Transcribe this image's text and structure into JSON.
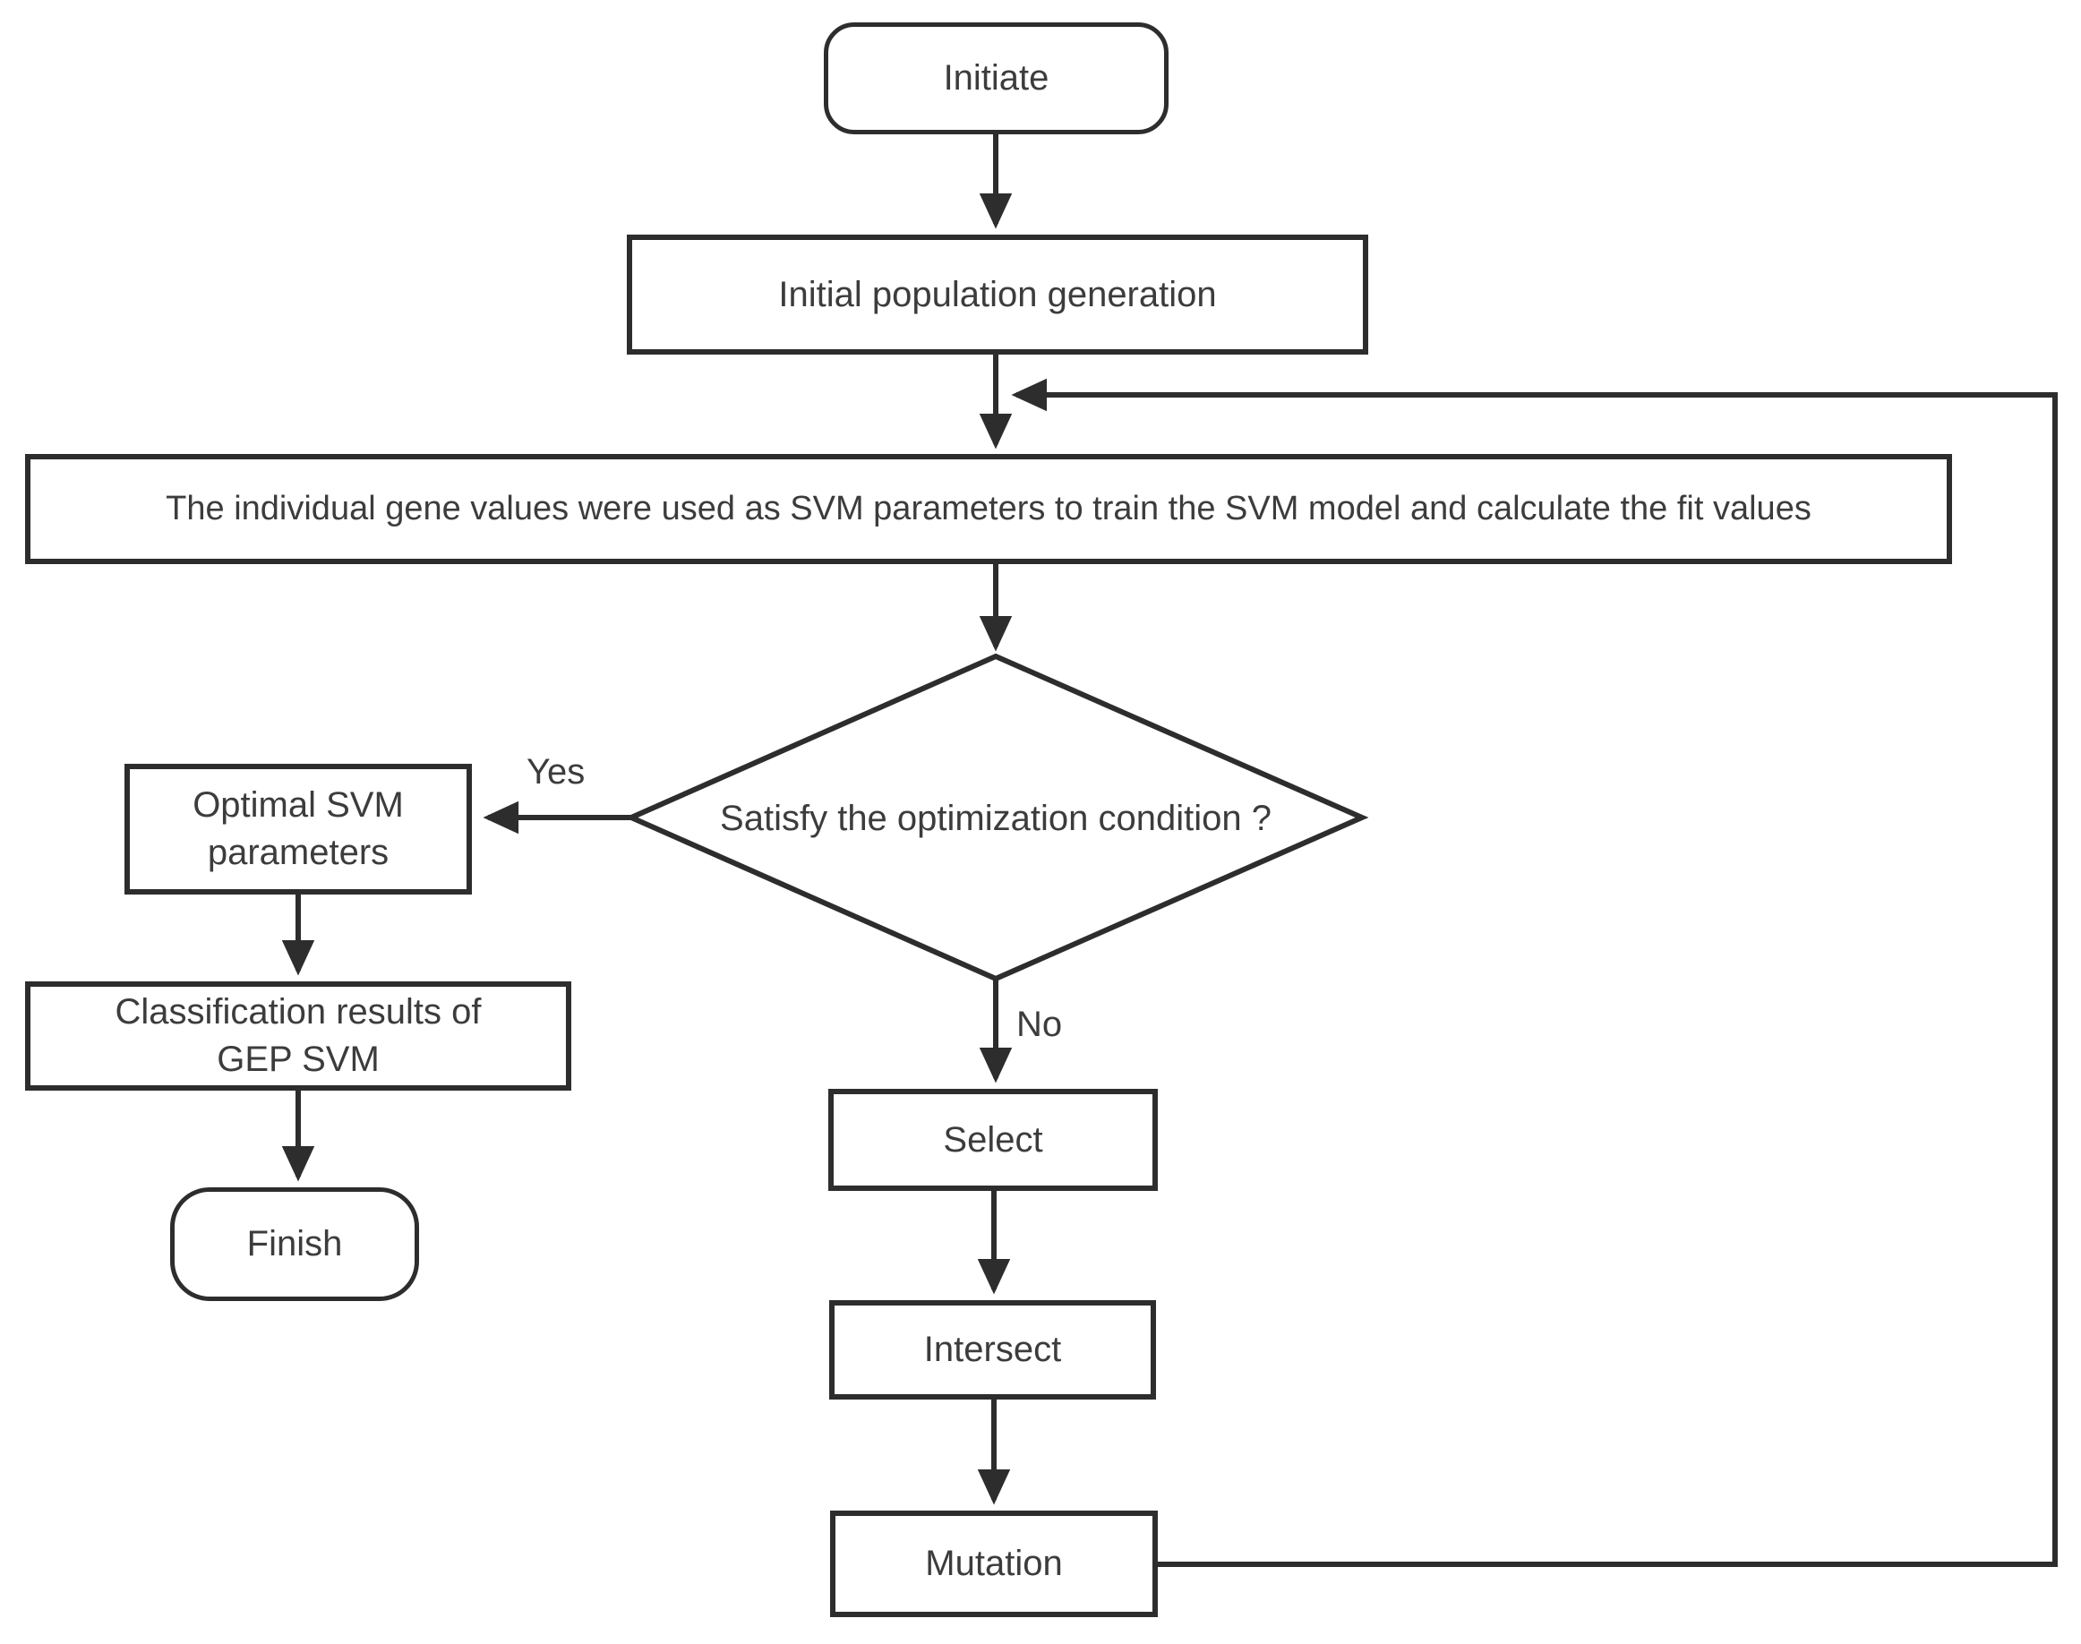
{
  "diagram": {
    "title": "GEP-SVM optimization flowchart",
    "colors": {
      "background": "#ffffff",
      "stroke": "#2d2d2d",
      "text": "#3c3c3c"
    },
    "nodes": {
      "initiate": "Initiate",
      "initial_population": "Initial population generation",
      "train_svm": "The individual gene values were used as SVM parameters to train the SVM model and calculate the fit values",
      "decision": "Satisfy the optimization condition ?",
      "optimal_parameters": "Optimal SVM\nparameters",
      "classification_results": "Classification results of\nGEP SVM",
      "finish": "Finish",
      "select": "Select",
      "intersect": "Intersect",
      "mutation": "Mutation"
    },
    "edge_labels": {
      "yes": "Yes",
      "no": "No"
    }
  }
}
